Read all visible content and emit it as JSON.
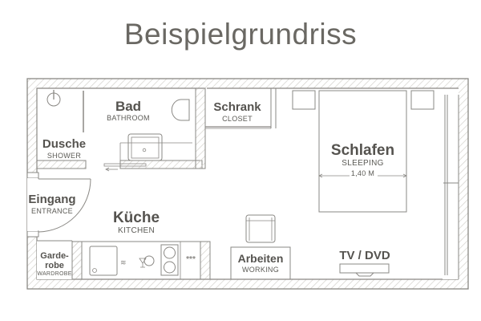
{
  "title": "Beispielgrundriss",
  "rooms": {
    "bad": {
      "name": "Bad",
      "sub": "BATHROOM"
    },
    "dusche": {
      "name": "Dusche",
      "sub": "SHOWER"
    },
    "schrank": {
      "name": "Schrank",
      "sub": "CLOSET"
    },
    "schlafen": {
      "name": "Schlafen",
      "sub": "SLEEPING",
      "dimension": "1,40 M"
    },
    "eingang": {
      "name": "Eingang",
      "sub": "ENTRANCE"
    },
    "kueche": {
      "name": "Küche",
      "sub": "KITCHEN"
    },
    "garderobe": {
      "name_line1": "Garde-",
      "name_line2": "robe",
      "sub": "WARDROBE"
    },
    "arbeiten": {
      "name": "Arbeiten",
      "sub": "WORKING"
    },
    "tv": {
      "name": "TV / DVD"
    }
  },
  "symbols": {
    "stove_dots": "***"
  },
  "colors": {
    "wall": "#8a8884",
    "hatch": "#d6d4cf",
    "text": "#55534f"
  }
}
